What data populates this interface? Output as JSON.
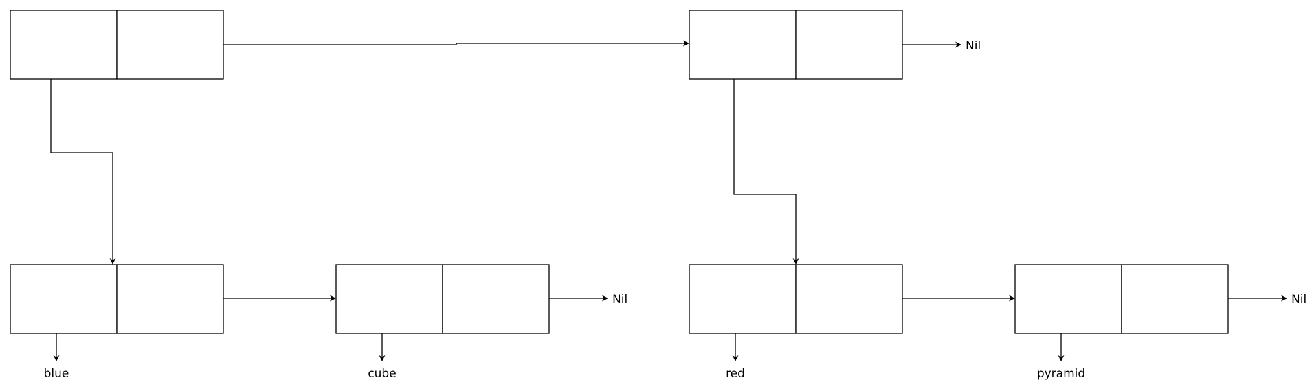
{
  "diagram": {
    "labels": {
      "top_right_next": "Nil",
      "list1_cube_next": "Nil",
      "list2_pyramid_next": "Nil",
      "blue": "blue",
      "cube": "cube",
      "red": "red",
      "pyramid": "pyramid"
    },
    "colors": {
      "stroke": "#000000",
      "fill": "#ffffff"
    }
  }
}
